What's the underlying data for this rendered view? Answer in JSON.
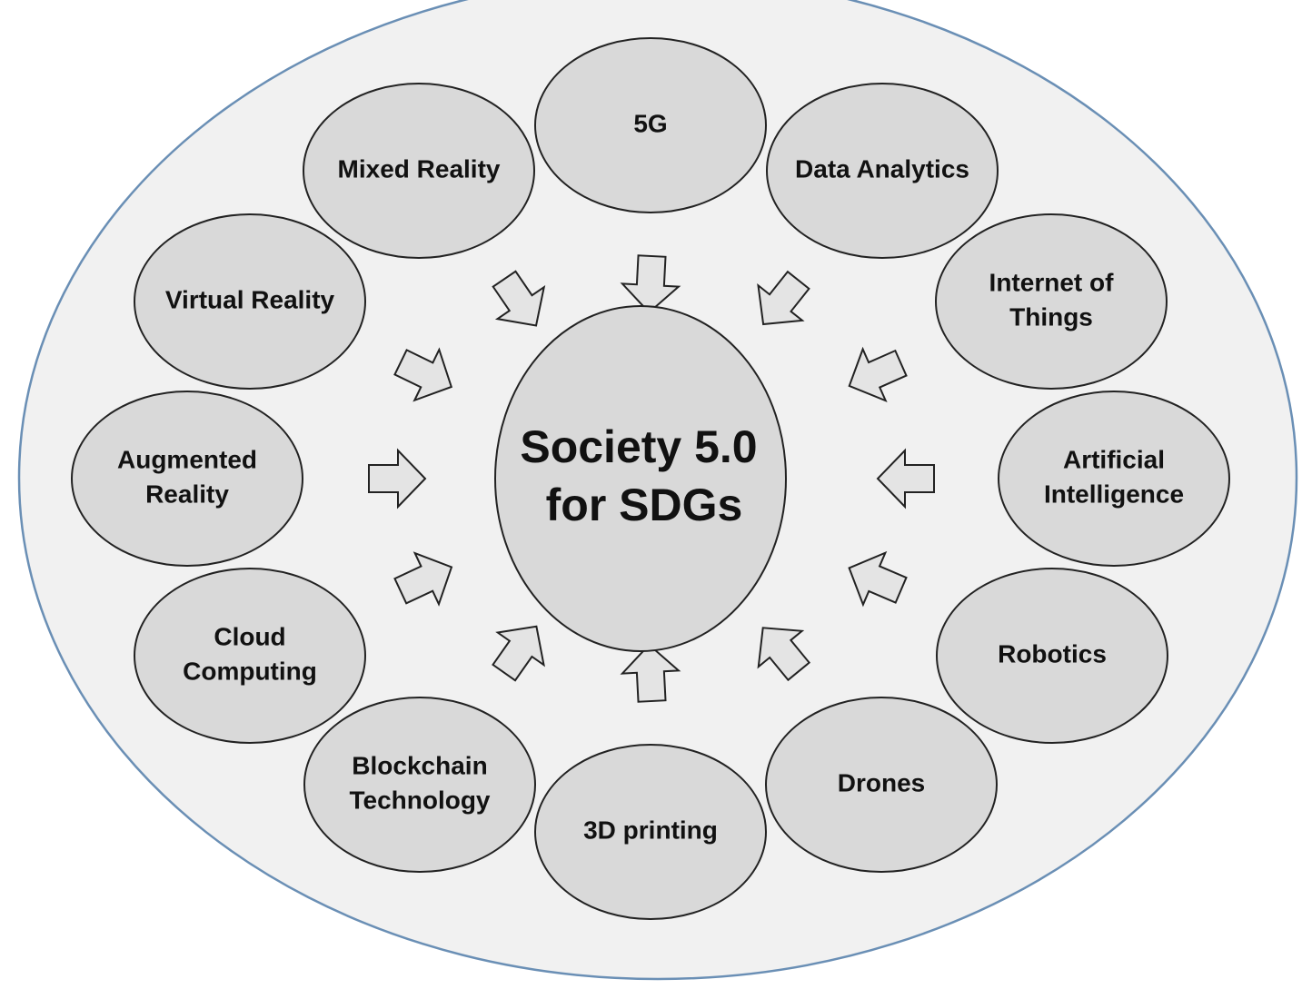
{
  "colors": {
    "outer_fill": "#f1f1f1",
    "outer_stroke": "#6a8fb5",
    "node_fill": "#d9d9d9",
    "node_stroke": "#222222",
    "arrow_fill": "#e4e4e4",
    "arrow_stroke": "#222222"
  },
  "center": {
    "line1": "Society 5.0",
    "line2": "for SDGs"
  },
  "nodes": [
    {
      "lines": [
        "5G"
      ],
      "icon": "ellipse-node"
    },
    {
      "lines": [
        "Data Analytics"
      ],
      "icon": "ellipse-node"
    },
    {
      "lines": [
        "Internet of",
        "Things"
      ],
      "icon": "ellipse-node"
    },
    {
      "lines": [
        "Artificial",
        "Intelligence"
      ],
      "icon": "ellipse-node"
    },
    {
      "lines": [
        "Robotics"
      ],
      "icon": "ellipse-node"
    },
    {
      "lines": [
        "Drones"
      ],
      "icon": "ellipse-node"
    },
    {
      "lines": [
        "3D printing"
      ],
      "icon": "ellipse-node"
    },
    {
      "lines": [
        "Blockchain",
        "Technology"
      ],
      "icon": "ellipse-node"
    },
    {
      "lines": [
        "Cloud",
        "Computing"
      ],
      "icon": "ellipse-node"
    },
    {
      "lines": [
        "Augmented",
        "Reality"
      ],
      "icon": "ellipse-node"
    },
    {
      "lines": [
        "Virtual Reality"
      ],
      "icon": "ellipse-node"
    },
    {
      "lines": [
        "Mixed Reality"
      ],
      "icon": "ellipse-node"
    }
  ]
}
